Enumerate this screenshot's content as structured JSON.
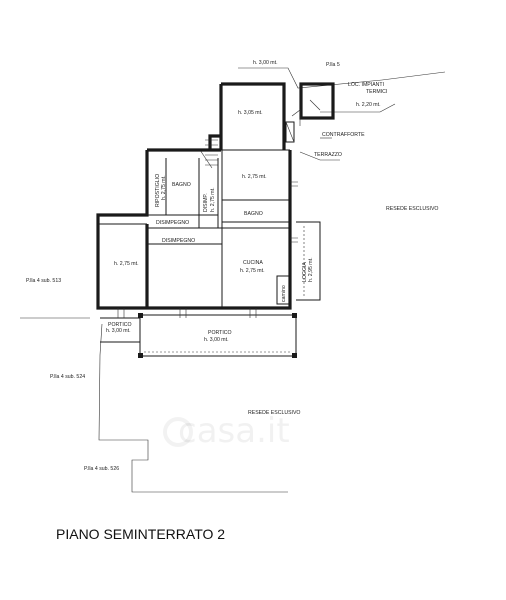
{
  "plan": {
    "title": "PIANO SEMINTERRATO 2",
    "watermark": "casa.it",
    "labels": {
      "h300_top": "h. 3,00 mt.",
      "plla5": "P.lla 5",
      "loc_impianti": "LOC. IMPIANTI",
      "termici": "TERMICI",
      "h220": "h. 2,20 mt.",
      "contrafforte": "CONTRAFFORTE",
      "terrazzo": "TERRAZZO",
      "h305": "h. 3,05 mt.",
      "resede_right": "RESEDE ESCLUSIVO",
      "ripostiglio": "RIPOSTIGLIO",
      "h275_rip": "h. 2,75 mt.",
      "bagno1": "BAGNO",
      "disimp": "DISIMP.",
      "h275_disimp": "h. 2,75 mt.",
      "h275_upper": "h. 2,75 mt.",
      "bagno2": "BAGNO",
      "disimpegno1": "DISIMPEGNO",
      "disimpegno2": "DISIMPEGNO",
      "h275_left": "h. 2,75 mt.",
      "cucina": "CUCINA",
      "h275_cucina": "h. 2,75 mt.",
      "loggia": "LOGGIA",
      "h295": "h. 2,95 mt.",
      "camino": "camino",
      "plla4_513": "P.lla 4 sub. 513",
      "portico_small": "PORTICO",
      "h300_portico_small": "h. 3,00 mt.",
      "portico": "PORTICO",
      "h300_portico": "h. 3,00 mt.",
      "plla4_524": "P.lla 4 sub. 524",
      "resede_bottom": "RESEDE ESCLUSIVO",
      "plla4_526": "P.lla 4 sub. 526"
    }
  }
}
